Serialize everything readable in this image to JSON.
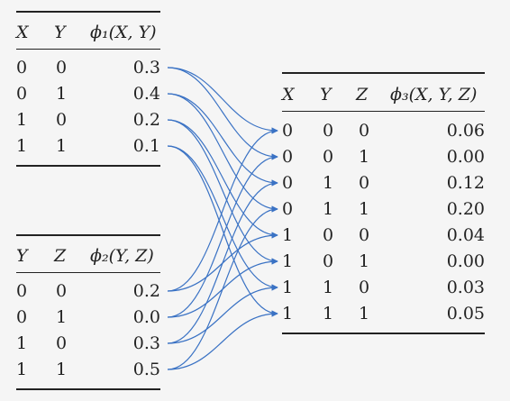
{
  "phi1": {
    "headers": [
      "X",
      "Y",
      "ϕ₁(X, Y)"
    ],
    "rows": [
      [
        "0",
        "0",
        "0.3"
      ],
      [
        "0",
        "1",
        "0.4"
      ],
      [
        "1",
        "0",
        "0.2"
      ],
      [
        "1",
        "1",
        "0.1"
      ]
    ]
  },
  "phi2": {
    "headers": [
      "Y",
      "Z",
      "ϕ₂(Y, Z)"
    ],
    "rows": [
      [
        "0",
        "0",
        "0.2"
      ],
      [
        "0",
        "1",
        "0.0"
      ],
      [
        "1",
        "0",
        "0.3"
      ],
      [
        "1",
        "1",
        "0.5"
      ]
    ]
  },
  "phi3": {
    "headers": [
      "X",
      "Y",
      "Z",
      "ϕ₃(X, Y, Z)"
    ],
    "rows": [
      [
        "0",
        "0",
        "0",
        "0.06"
      ],
      [
        "0",
        "0",
        "1",
        "0.00"
      ],
      [
        "0",
        "1",
        "0",
        "0.12"
      ],
      [
        "0",
        "1",
        "1",
        "0.20"
      ],
      [
        "1",
        "0",
        "0",
        "0.04"
      ],
      [
        "1",
        "0",
        "1",
        "0.00"
      ],
      [
        "1",
        "1",
        "0",
        "0.03"
      ],
      [
        "1",
        "1",
        "1",
        "0.05"
      ]
    ]
  },
  "colors": {
    "wire": "#3a72c4",
    "text": "#222222",
    "background": "#f5f5f5"
  }
}
